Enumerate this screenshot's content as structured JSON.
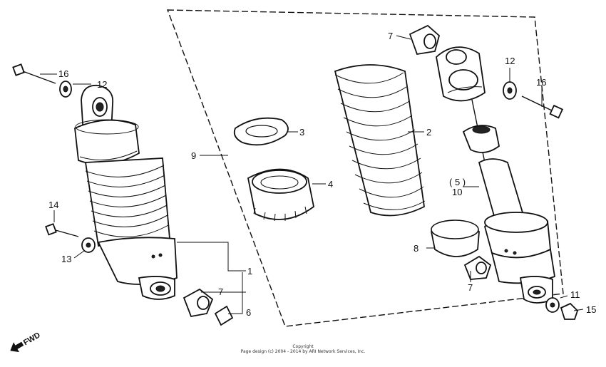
{
  "callouts": {
    "c1": "1",
    "c2": "2",
    "c3": "3",
    "c4": "4",
    "c5": "( 5 )",
    "c6": "6",
    "c7a": "7",
    "c7b": "7",
    "c7c": "7",
    "c8": "8",
    "c9": "9",
    "c10": "10",
    "c11": "11",
    "c12a": "12",
    "c12b": "12",
    "c13": "13",
    "c14": "14",
    "c15": "15",
    "c16a": "16",
    "c16b": "16"
  },
  "fwd_label": "FWD",
  "copyright": {
    "line1": "Copyright",
    "line2": "Page design (c) 2004 - 2014 by ARI Network Services, Inc."
  }
}
